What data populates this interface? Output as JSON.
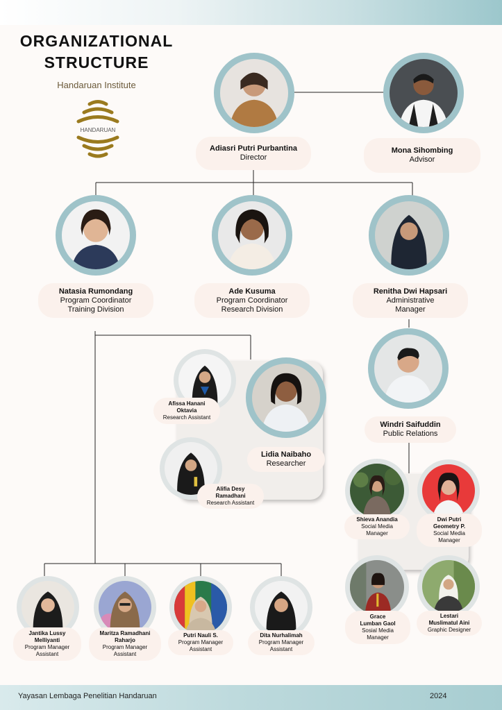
{
  "header": {
    "title_line1": "ORGANIZATIONAL",
    "title_line2": "STRUCTURE",
    "institute": "Handaruan Institute",
    "logo_text": "HANDARUAN"
  },
  "footer": {
    "org": "Yayasan Lembaga Penelitian Handaruan",
    "year": "2024"
  },
  "people": {
    "director": {
      "name": "Adiasri Putri Purbantina",
      "role": "Director"
    },
    "advisor": {
      "name": "Mona Sihombing",
      "role": "Advisor"
    },
    "natasia": {
      "name": "Natasia Rumondang",
      "role1": "Program Coordinator",
      "role2": "Training Division"
    },
    "ade": {
      "name": "Ade Kusuma",
      "role1": "Program Coordinator",
      "role2": "Research Division"
    },
    "renitha": {
      "name": "Renitha Dwi Hapsari",
      "role1": "Administrative",
      "role2": "Manager"
    },
    "windri": {
      "name": "Windri Saifuddin",
      "role": "Public Relations"
    },
    "lidia": {
      "name": "Lidia Naibaho",
      "role": "Researcher"
    },
    "afissa": {
      "name1": "Afissa Hanani",
      "name2": "Oktavia",
      "role": "Research Assistant"
    },
    "alifia": {
      "name1": "Alifia Desy",
      "name2": "Ramadhani",
      "role": "Research Assistant"
    },
    "shieva": {
      "name": "Shieva Anandia",
      "role1": "Social Media",
      "role2": "Manager"
    },
    "dwiputri": {
      "name1": "Dwi Putri",
      "name2": "Geometry P.",
      "role1": "Social Media",
      "role2": "Manager"
    },
    "grace": {
      "name1": "Grace",
      "name2": "Lumban Gaol",
      "role1": "Sosial Media",
      "role2": "Manager"
    },
    "lestari": {
      "name1": "Lestari",
      "name2": "Muslimatul Aini",
      "role": "Graphic Designer"
    },
    "jantika": {
      "name1": "Jantika Lussy",
      "name2": "Melliyanti",
      "role1": "Program Manager",
      "role2": "Assistant"
    },
    "maritza": {
      "name1": "Maritza Ramadhani",
      "name2": "Raharjo",
      "role1": "Program Manager",
      "role2": "Assistant"
    },
    "putri": {
      "name": "Putri Nauli S.",
      "role1": "Program Manager",
      "role2": "Assistant"
    },
    "dita": {
      "name": "Dita Nurhalimah",
      "role1": "Program Manager",
      "role2": "Assistant"
    }
  },
  "colors": {
    "ring": "#9fc3c9",
    "pill": "#fbf1ec",
    "panel": "#f1eeeb",
    "logo": "#9a7a1e"
  }
}
